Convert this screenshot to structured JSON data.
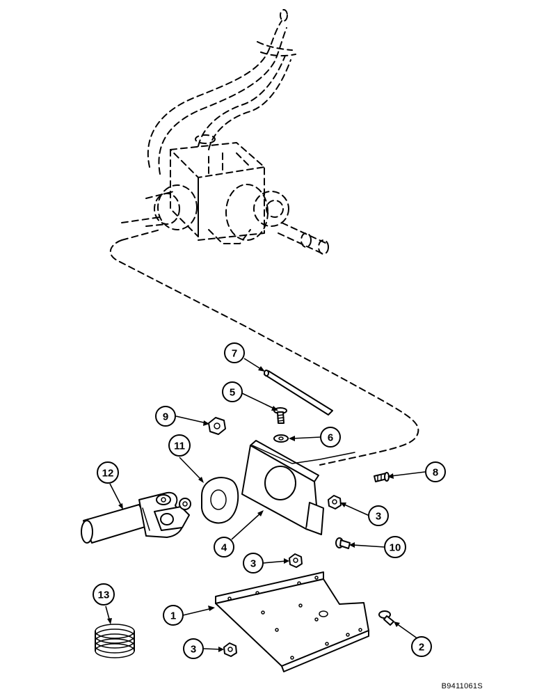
{
  "figure_reference": "B9411061S",
  "callouts": [
    {
      "id": "c1",
      "label": "1",
      "part": "mounting-plate"
    },
    {
      "id": "c2",
      "label": "2",
      "part": "bolt"
    },
    {
      "id": "c3a",
      "label": "3",
      "part": "nut"
    },
    {
      "id": "c3b",
      "label": "3",
      "part": "nut"
    },
    {
      "id": "c3c",
      "label": "3",
      "part": "nut"
    },
    {
      "id": "c4",
      "label": "4",
      "part": "bracket"
    },
    {
      "id": "c5",
      "label": "5",
      "part": "bolt"
    },
    {
      "id": "c6",
      "label": "6",
      "part": "washer"
    },
    {
      "id": "c7",
      "label": "7",
      "part": "pin"
    },
    {
      "id": "c8",
      "label": "8",
      "part": "bolt"
    },
    {
      "id": "c9",
      "label": "9",
      "part": "nut"
    },
    {
      "id": "c10",
      "label": "10",
      "part": "bolt"
    },
    {
      "id": "c11",
      "label": "11",
      "part": "seal-ring"
    },
    {
      "id": "c12",
      "label": "12",
      "part": "drive-shaft-u-joint"
    },
    {
      "id": "c13",
      "label": "13",
      "part": "spring"
    }
  ]
}
